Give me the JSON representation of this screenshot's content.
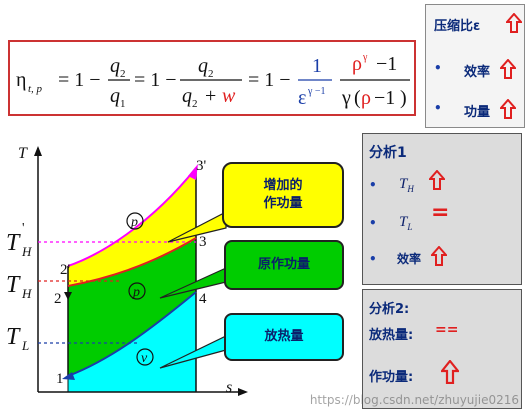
{
  "formula": {
    "lhs": "η",
    "lhs_sub": "t, p",
    "eq1": "= 1 −",
    "q2": "q",
    "q2_sub": "2",
    "q1": "q",
    "q1_sub": "1",
    "eq2": "= 1 −",
    "denom_plus": "+",
    "w": "w",
    "eq3": "= 1 −",
    "one": "1",
    "eps": "ε",
    "eps_exp": "γ −1",
    "rho": "ρ",
    "rho_exp": "γ",
    "minus_one": "−1",
    "gamma": "γ",
    "paren_open": "(",
    "paren_close": ")"
  },
  "panel_top": {
    "title": "压缩比ε",
    "item1": "效率",
    "item2": "功量"
  },
  "analysis1": {
    "title": "分析1",
    "th_label": "T",
    "th_sub": "H",
    "tl_label": "T",
    "tl_sub": "L",
    "tl_symbol": "=",
    "eff_label": "效率"
  },
  "analysis2": {
    "title": "分析2:",
    "line1": "放热量:",
    "line1_symbol": "==",
    "line2": "作功量:"
  },
  "diagram": {
    "axis_t": "T",
    "axis_s": "s",
    "th_prime": "T",
    "th_prime_sub": "H",
    "th_prime_mark": "'",
    "th": "T",
    "th_sub": "H",
    "tl": "T",
    "tl_sub": "L",
    "p1": "1",
    "p2": "2",
    "p2p": "2'",
    "p3": "3",
    "p3p": "3'",
    "p4": "4",
    "circ_p_top": "p",
    "circ_p_mid": "p",
    "circ_v": "v"
  },
  "callouts": {
    "added_work": "增加的\n作功量",
    "original_work": "原作功量",
    "heat_rejected": "放热量"
  },
  "watermark": "https://blog.csdn.net/zhuyujie0216",
  "colors": {
    "yellow": "#ffff00",
    "green": "#00cc00",
    "cyan": "#00ffff",
    "magenta": "#ff00ff",
    "red": "#e02020",
    "blue": "#1a3ea8"
  }
}
